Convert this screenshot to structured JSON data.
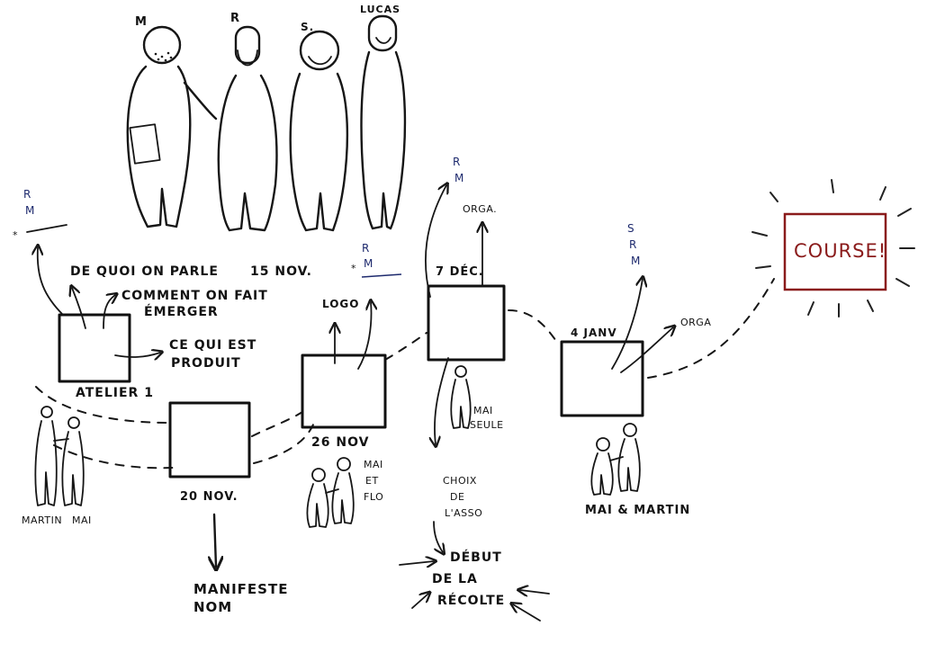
{
  "people_top": {
    "m": "M",
    "r": "R",
    "s": "S.",
    "lucas": "LUCAS"
  },
  "atelier1": {
    "title": "ATELIER 1",
    "out_1": "DE QUOI ON PARLE",
    "out_2a": "COMMENT ON FAIT",
    "out_2b": "ÉMERGER",
    "out_3a": "CE QUI EST",
    "out_3b": "PRODUIT",
    "reviewers_r": "R",
    "reviewers_m": "M",
    "star": "*",
    "people_left": "MARTIN",
    "people_right": "MAI"
  },
  "step_20nov": {
    "date": "20 NOV.",
    "out_1": "MANIFESTE",
    "out_2": "NOM"
  },
  "step_15nov": {
    "date": "15 NOV."
  },
  "step_26nov": {
    "date": "26 NOV",
    "out_logo": "LOGO",
    "reviewers_r": "R",
    "reviewers_m": "M",
    "star": "*",
    "people_1": "MAI",
    "people_2": "ET",
    "people_3": "FLO"
  },
  "step_7dec": {
    "date": "7 DÉC.",
    "out_orga": "ORGA.",
    "reviewers_r": "R",
    "reviewers_m": "M",
    "people_1": "MAI",
    "people_2": "SEULE",
    "choix_1": "CHOIX",
    "choix_2": "DE",
    "choix_3": "L'ASSO",
    "debut_1": "DÉBUT",
    "debut_2": "DE LA",
    "debut_3": "RÉCOLTE"
  },
  "step_4janv": {
    "date": "4 JANV",
    "out_orga": "ORGA",
    "reviewers_s": "S",
    "reviewers_r": "R",
    "reviewers_m": "M",
    "people": "MAI & MARTIN"
  },
  "finale": {
    "label": "COURSE!"
  },
  "colors": {
    "ink": "#161616",
    "reviewer_blue": "#1e2a6e",
    "course_red": "#8a1b1b"
  }
}
